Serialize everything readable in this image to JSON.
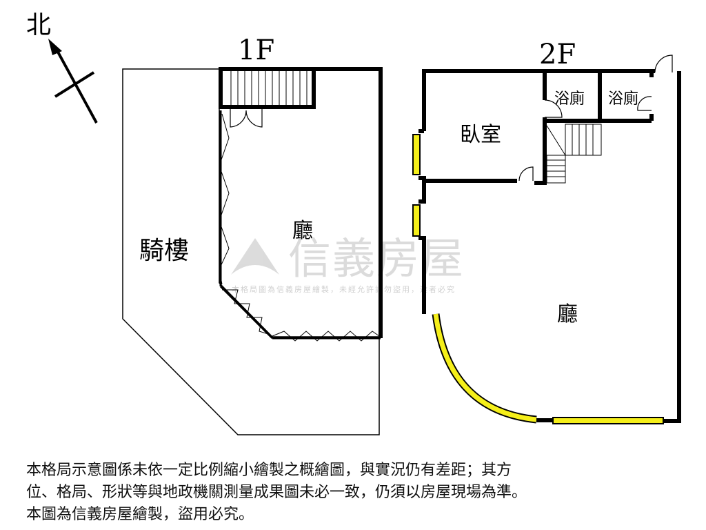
{
  "compass": {
    "label": "北"
  },
  "floor1": {
    "title": "1F",
    "arcade": "騎樓",
    "hall": "廳"
  },
  "floor2": {
    "title": "2F",
    "bedroom": "臥室",
    "bath1": "浴廁",
    "bath2": "浴廁",
    "hall": "廳"
  },
  "watermark": {
    "brand": "信義房屋",
    "notice": "本格局圖為信義房屋繪製，未經允許請勿盜用，違者必究"
  },
  "caption": {
    "line1": "本格局示意圖係未依一定比例縮小繪製之概繪圖，與實況仍有差距；其方",
    "line2": "位、格局、形狀等與地政機關測量成果圖未必一致，仍須以房屋現場為準。",
    "line3": "本圖為信義房屋繪製，盜用必究。"
  },
  "colors": {
    "wall": "#000000",
    "window": "#f5ef1a"
  }
}
